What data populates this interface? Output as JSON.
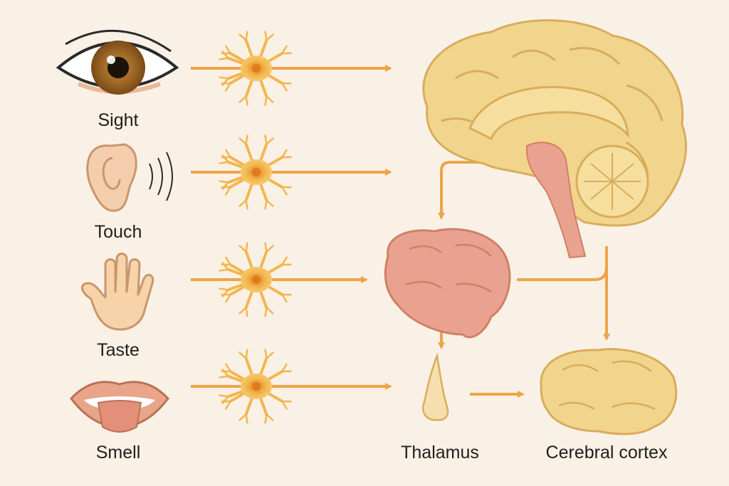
{
  "senses": [
    {
      "label": "Sight",
      "icon": "eye-icon"
    },
    {
      "label": "Touch",
      "icon": "ear-icon"
    },
    {
      "label": "Taste",
      "icon": "hand-icon"
    },
    {
      "label": "Smell",
      "icon": "mouth-icon"
    }
  ],
  "structures": {
    "thalamus_label": "Thalamus",
    "cortex_label": "Cerebral cortex",
    "brain_sagittal_icon": "brain-sagittal-icon",
    "brain_pink_icon": "brain-icon",
    "nose_icon": "nose-icon",
    "cortex_icon": "brain-icon",
    "neuron_icon": "neuron-icon"
  },
  "colors": {
    "background": "#faf1e6",
    "arrow": "#eea447",
    "neuron": "#f3b64e",
    "neuron_core": "#e07a1c",
    "brain_tan": "#f2d58c",
    "brain_outline": "#d8ad5c",
    "brain_pink": "#e9a290",
    "skin": "#f4ceac",
    "iris": "#a8722c"
  }
}
